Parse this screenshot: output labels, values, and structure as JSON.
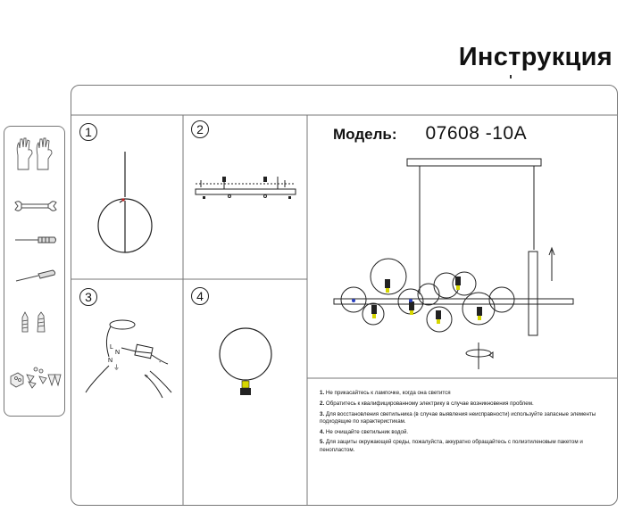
{
  "title": "Инструкция",
  "model": {
    "label": "Модель:",
    "value": "07608 -10A"
  },
  "steps": [
    {
      "number": "1"
    },
    {
      "number": "2"
    },
    {
      "number": "3"
    },
    {
      "number": "4"
    }
  ],
  "wiring_labels": {
    "l": "L",
    "n1": "N",
    "n2": "N",
    "ground": "⏚",
    "plus": "+",
    "minus": "-"
  },
  "tools": [
    "gloves-icon",
    "wrench-icon",
    "screwdriver-icon",
    "flat-screwdriver-icon",
    "screws-icon",
    "terminal-connectors-icon"
  ],
  "notes": [
    {
      "num": "1.",
      "text": "Не прикасайтесь к лампочке, когда она светится"
    },
    {
      "num": "2.",
      "text": "Обратитесь к квалифицированному электрику в случае возникновения проблем."
    },
    {
      "num": "3.",
      "text": "Для восстановления светильника (в случае выявления неисправности) используйте запасные элементы подходящие по характеристикам."
    },
    {
      "num": "4.",
      "text": "Не очищайте светильник водой."
    },
    {
      "num": "5.",
      "text": "Для защиты окружающей среды, пожалуйста, аккуратно обращайтесь с полиэтиленовым пакетом и пенопластом."
    }
  ],
  "colors": {
    "line": "#222222",
    "frame": "#777777",
    "accent_bulb": "#d6d600",
    "accent_blue": "#2a40c0",
    "accent_red": "#c02020"
  }
}
